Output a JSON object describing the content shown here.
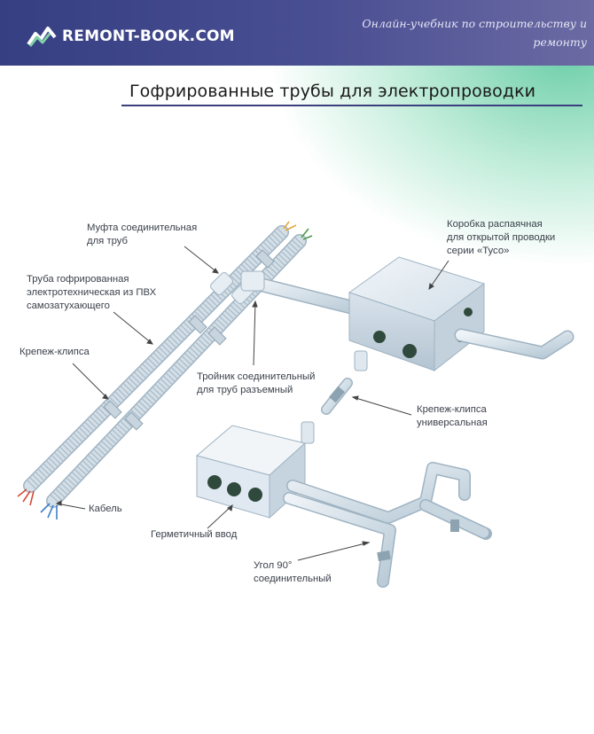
{
  "header": {
    "logo_text": "REMONT-BOOK.COM",
    "tagline": "Онлайн-учебник по строительству и ремонту"
  },
  "title": "Гофрированные трубы для электропроводки",
  "labels": {
    "coupling": "Муфта соединительная\nдля труб",
    "corrugated_pipe": "Труба гофрированная\nэлектротехническая из ПВХ\nсамозатухающего",
    "clip": "Крепеж-клипса",
    "cable": "Кабель",
    "tee": "Тройник соединительный\nдля труб разъемный",
    "junction_box": "Коробка распаячная\nдля открытой проводки\nсерии «Тусо»",
    "universal_clip": "Крепеж-клипса\nуниверсальная",
    "sealed_entry": "Герметичный ввод",
    "elbow": "Угол 90°\nсоединительный"
  },
  "colors": {
    "header": "#3b4485",
    "accent_green": "#3cbe8c",
    "pipe": "#d4e1ea",
    "box": "#dde6ef",
    "gland": "#2f4a3c"
  }
}
